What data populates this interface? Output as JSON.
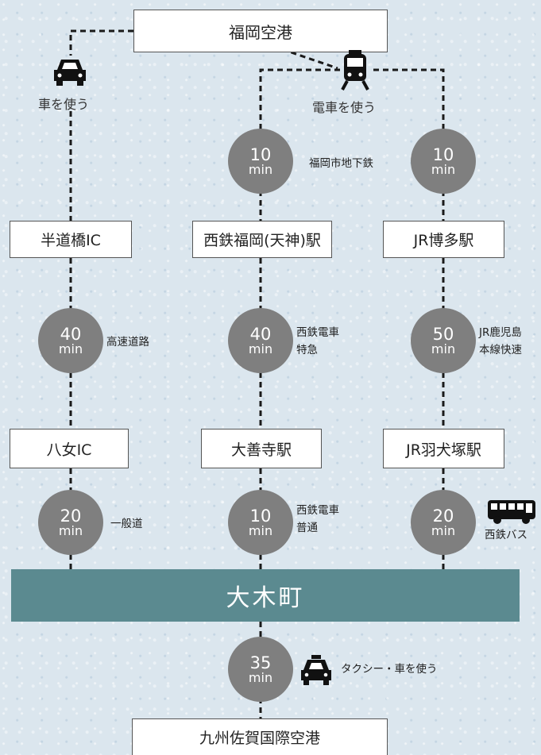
{
  "airport_top": "福岡空港",
  "modes": {
    "car": "車を使う",
    "train": "電車を使う"
  },
  "stations": {
    "hando_ic": "半道橋IC",
    "nishitetsu_fukuoka": "西鉄福岡(天神)駅",
    "jr_hakata": "JR博多駅",
    "yame_ic": "八女IC",
    "daizenji": "大善寺駅",
    "jr_hainuzuka": "JR羽犬塚駅"
  },
  "legs": {
    "subway": {
      "num": "10",
      "unit": "min",
      "label": "福岡市地下鉄"
    },
    "to_hakata": {
      "num": "10",
      "unit": "min"
    },
    "expressway": {
      "num": "40",
      "unit": "min",
      "label": "高速道路"
    },
    "nishitetsu_express": {
      "num": "40",
      "unit": "min",
      "label_line1": "西鉄電車",
      "label_line2": "特急"
    },
    "jr_kagoshima": {
      "num": "50",
      "unit": "min",
      "label_line1": "JR鹿児島",
      "label_line2": "本線快速"
    },
    "general_road": {
      "num": "20",
      "unit": "min",
      "label": "一般道"
    },
    "nishitetsu_local": {
      "num": "10",
      "unit": "min",
      "label_line1": "西鉄電車",
      "label_line2": "普通"
    },
    "nishitetsu_bus": {
      "num": "20",
      "unit": "min",
      "label": "西鉄バス"
    },
    "taxi": {
      "num": "35",
      "unit": "min",
      "label": "タクシー・車を使う"
    }
  },
  "destination": "大木町",
  "airport_bottom": "九州佐賀国際空港",
  "colors": {
    "main_bar": "#5b8a90",
    "circle": "#7f7f7f",
    "background": "#dbe6ee"
  },
  "icons": [
    "car-icon",
    "train-icon",
    "bus-icon",
    "taxi-icon"
  ]
}
